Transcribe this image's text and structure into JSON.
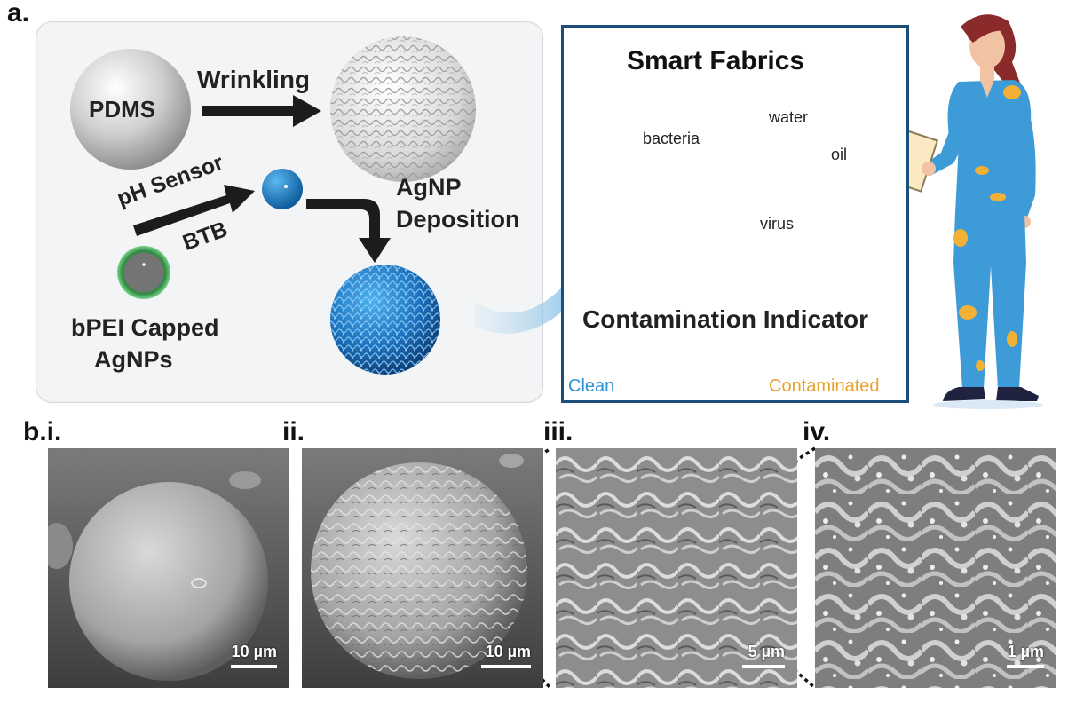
{
  "panel_a_label": "a.",
  "schematic": {
    "pdms": "PDMS",
    "wrinkling": "Wrinkling",
    "ph_sensor": "pH Sensor",
    "btb": "BTB",
    "agnp_line1": "AgNP",
    "agnp_line2": "Deposition",
    "bpei_line1": "bPEI Capped",
    "bpei_line2": "AgNPs"
  },
  "smart_fabrics": {
    "title": "Smart Fabrics",
    "bacteria": "bacteria",
    "water": "water",
    "oil": "oil",
    "virus": "virus",
    "indicator_title": "Contamination Indicator",
    "clean": "Clean",
    "contaminated": "Contaminated",
    "gradient_start": "#2a93d4",
    "gradient_end": "#f2b035"
  },
  "sem_panels": [
    {
      "label": "b.i.",
      "scale": "10 µm"
    },
    {
      "label": "ii.",
      "scale": "10 µm"
    },
    {
      "label": "iii.",
      "scale": "5 µm"
    },
    {
      "label": "iv.",
      "scale": "1 µm"
    }
  ]
}
